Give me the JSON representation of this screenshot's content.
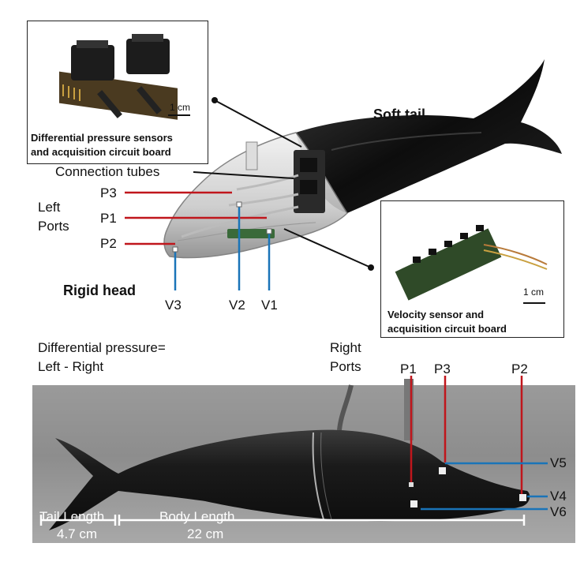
{
  "figure": {
    "upper_labels": {
      "soft_tail": "Soft tail",
      "rigid_head": "Rigid head",
      "connection_tubes": "Connection tubes",
      "left_ports_line1": "Left",
      "left_ports_line2": "Ports",
      "p3": "P3",
      "p1": "P1",
      "p2": "P2",
      "v3": "V3",
      "v2": "V2",
      "v1": "V1"
    },
    "inset_pressure": {
      "caption_line1": "Differential pressure sensors",
      "caption_line2": "and acquisition circuit board",
      "scale": "1 cm"
    },
    "inset_velocity": {
      "caption_line1": "Velocity sensor and",
      "caption_line2": "acquisition circuit board",
      "scale": "1 cm"
    },
    "formula_line1": "Differential pressure=",
    "formula_line2": "Left - Right",
    "lower_labels": {
      "right_ports_line1": "Right",
      "right_ports_line2": "Ports",
      "p1": "P1",
      "p3": "P3",
      "p2": "P2",
      "v5": "V5",
      "v4": "V4",
      "v6": "V6",
      "tail_length_label": "Tail Length",
      "tail_length_value": "4.7 cm",
      "body_length_label": "Body Length",
      "body_length_value": "22 cm"
    },
    "colors": {
      "pressure_line": "#c0161c",
      "velocity_line": "#1a74b8",
      "leader_line": "#111111"
    }
  }
}
